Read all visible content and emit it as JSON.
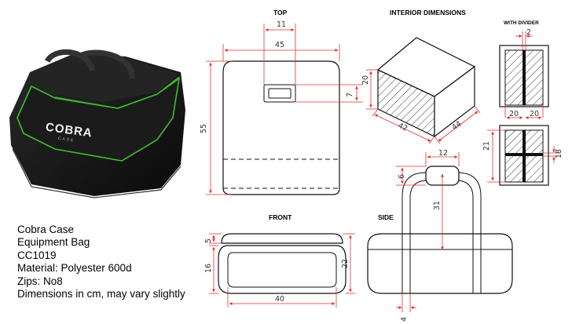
{
  "product": {
    "brand_logo_text": "COBRA",
    "brand_logo_sub": "CASE",
    "spec_lines": [
      "Cobra Case",
      "Equipment Bag",
      "CC1019",
      "Material: Polyester 600d",
      "Zips: No8",
      "Dimensions in cm, may vary slightly"
    ]
  },
  "views": {
    "top": {
      "title": "TOP",
      "dims": {
        "handle_width": "11",
        "width": "45",
        "depth": "55",
        "handle_depth": "7"
      }
    },
    "interior": {
      "title": "INTERIOR DIMENSIONS",
      "dims": {
        "height": "20",
        "depth": "42",
        "width": "44"
      }
    },
    "divider": {
      "title": "WITH DIVIDER",
      "dims": {
        "divider_thickness": "2",
        "left": "20",
        "right": "20",
        "front_height": "21",
        "cross_height": "18"
      }
    },
    "front": {
      "title": "FRONT",
      "dims": {
        "lid": "5",
        "body": "16",
        "height": "22",
        "width": "40"
      }
    },
    "side": {
      "title": "SIDE",
      "dims": {
        "handle_top": "12",
        "handle_grip": "6",
        "handle_height": "31",
        "strap": "4"
      }
    }
  }
}
